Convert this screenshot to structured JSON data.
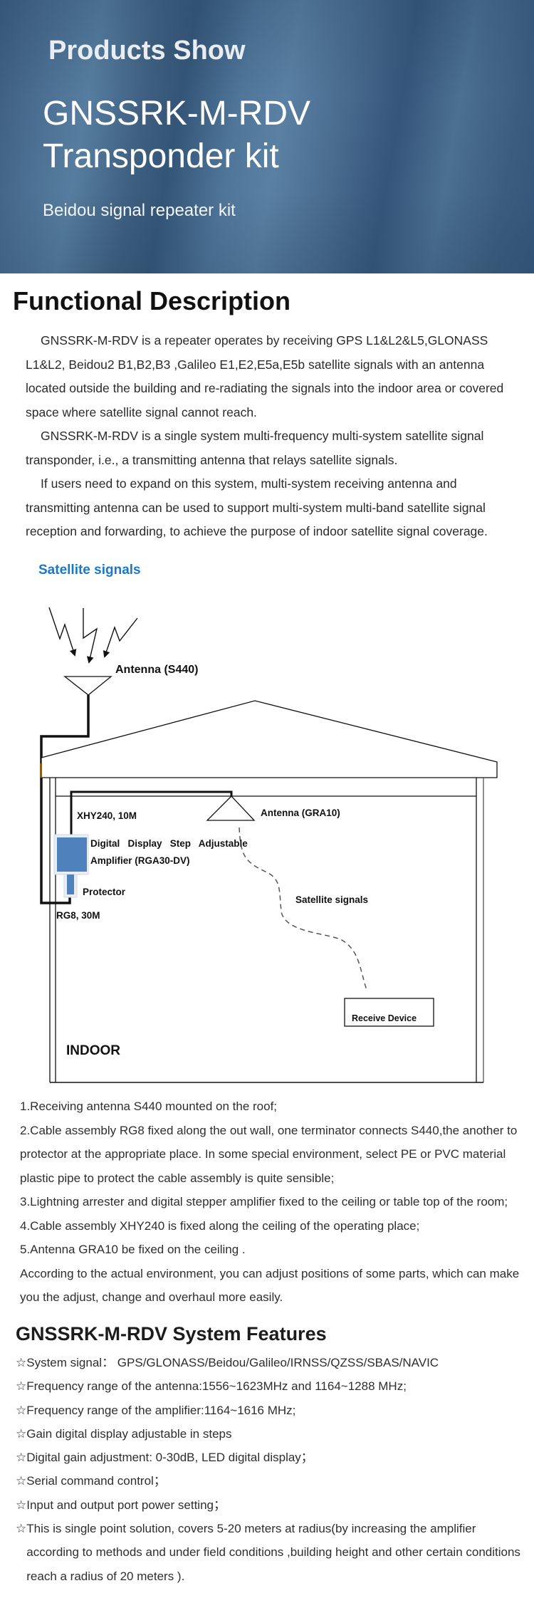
{
  "banner": {
    "title": "Products Show",
    "model_line1": "GNSSRK-M-RDV",
    "model_line2": "Transponder kit",
    "subtitle": "Beidou signal repeater kit"
  },
  "functional_description": {
    "title": "Functional Description",
    "paragraphs": [
      "GNSSRK-M-RDV is a repeater operates by receiving GPS L1&L2&L5,GLONASS L1&L2, Beidou2 B1,B2,B3 ,Galileo E1,E2,E5a,E5b satellite signals with an antenna located outside the building and re-radiating the signals into the indoor area or covered space where satellite signal cannot reach.",
      "GNSSRK-M-RDV is a single system multi-frequency multi-system satellite signal transponder, i.e., a transmitting antenna that relays satellite signals.",
      "If users need to expand on this system, multi-system receiving antenna and transmitting antenna can be used to support multi-system multi-band satellite signal reception and forwarding, to achieve the purpose of indoor satellite signal coverage."
    ]
  },
  "diagram": {
    "title": "Satellite signals",
    "labels": {
      "outdoor_antenna": "Antenna (S440)",
      "indoor_cable": "XHY240, 10M",
      "indoor_antenna": "Antenna (GRA10)",
      "amplifier_line1": "Digital   Display   Step   Adjustable",
      "amplifier_line2": "Amplifier (RGA30-DV)",
      "protector": "Protector",
      "outdoor_cable": "RG8, 30M",
      "indoor_signals": "Satellite signals",
      "receive_device": "Receive Device",
      "indoor": "INDOOR"
    },
    "colors": {
      "title": "#1a78c8",
      "amplifier": "#4f81bd"
    }
  },
  "install_notes": [
    "1.Receiving antenna S440 mounted on the roof;",
    "2.Cable assembly RG8 fixed along the out wall, one terminator connects S440,the another to protector at the appropriate place. In some special environment, select PE or PVC material plastic pipe to protect the cable assembly is quite sensible;",
    "3.Lightning arrester and digital stepper amplifier fixed to the ceiling or table top of the room;",
    "4.Cable assembly XHY240 is fixed along the ceiling of the operating place;",
    "5.Antenna GRA10 be fixed on the ceiling .",
    "According to the actual environment, you can adjust positions of some parts, which can make you the adjust, change and overhaul more easily."
  ],
  "features": {
    "title": "GNSSRK-M-RDV System Features",
    "bullet": "☆",
    "items": [
      "System signal：  GPS/GLONASS/Beidou/Galileo/IRNSS/QZSS/SBAS/NAVIC",
      "Frequency range of the antenna:1556~1623MHz and 1164~1288 MHz;",
      "Frequency range of the amplifier:1164~1616 MHz;",
      "Gain digital display adjustable in steps",
      "Digital gain adjustment: 0-30dB, LED digital display；",
      "Serial command control；",
      "Input and output port power setting；",
      "This is single point solution, covers 5-20 meters at radius(by increasing the amplifier according to methods and under field conditions ,building height and other certain conditions reach a radius of 20 meters )."
    ]
  }
}
